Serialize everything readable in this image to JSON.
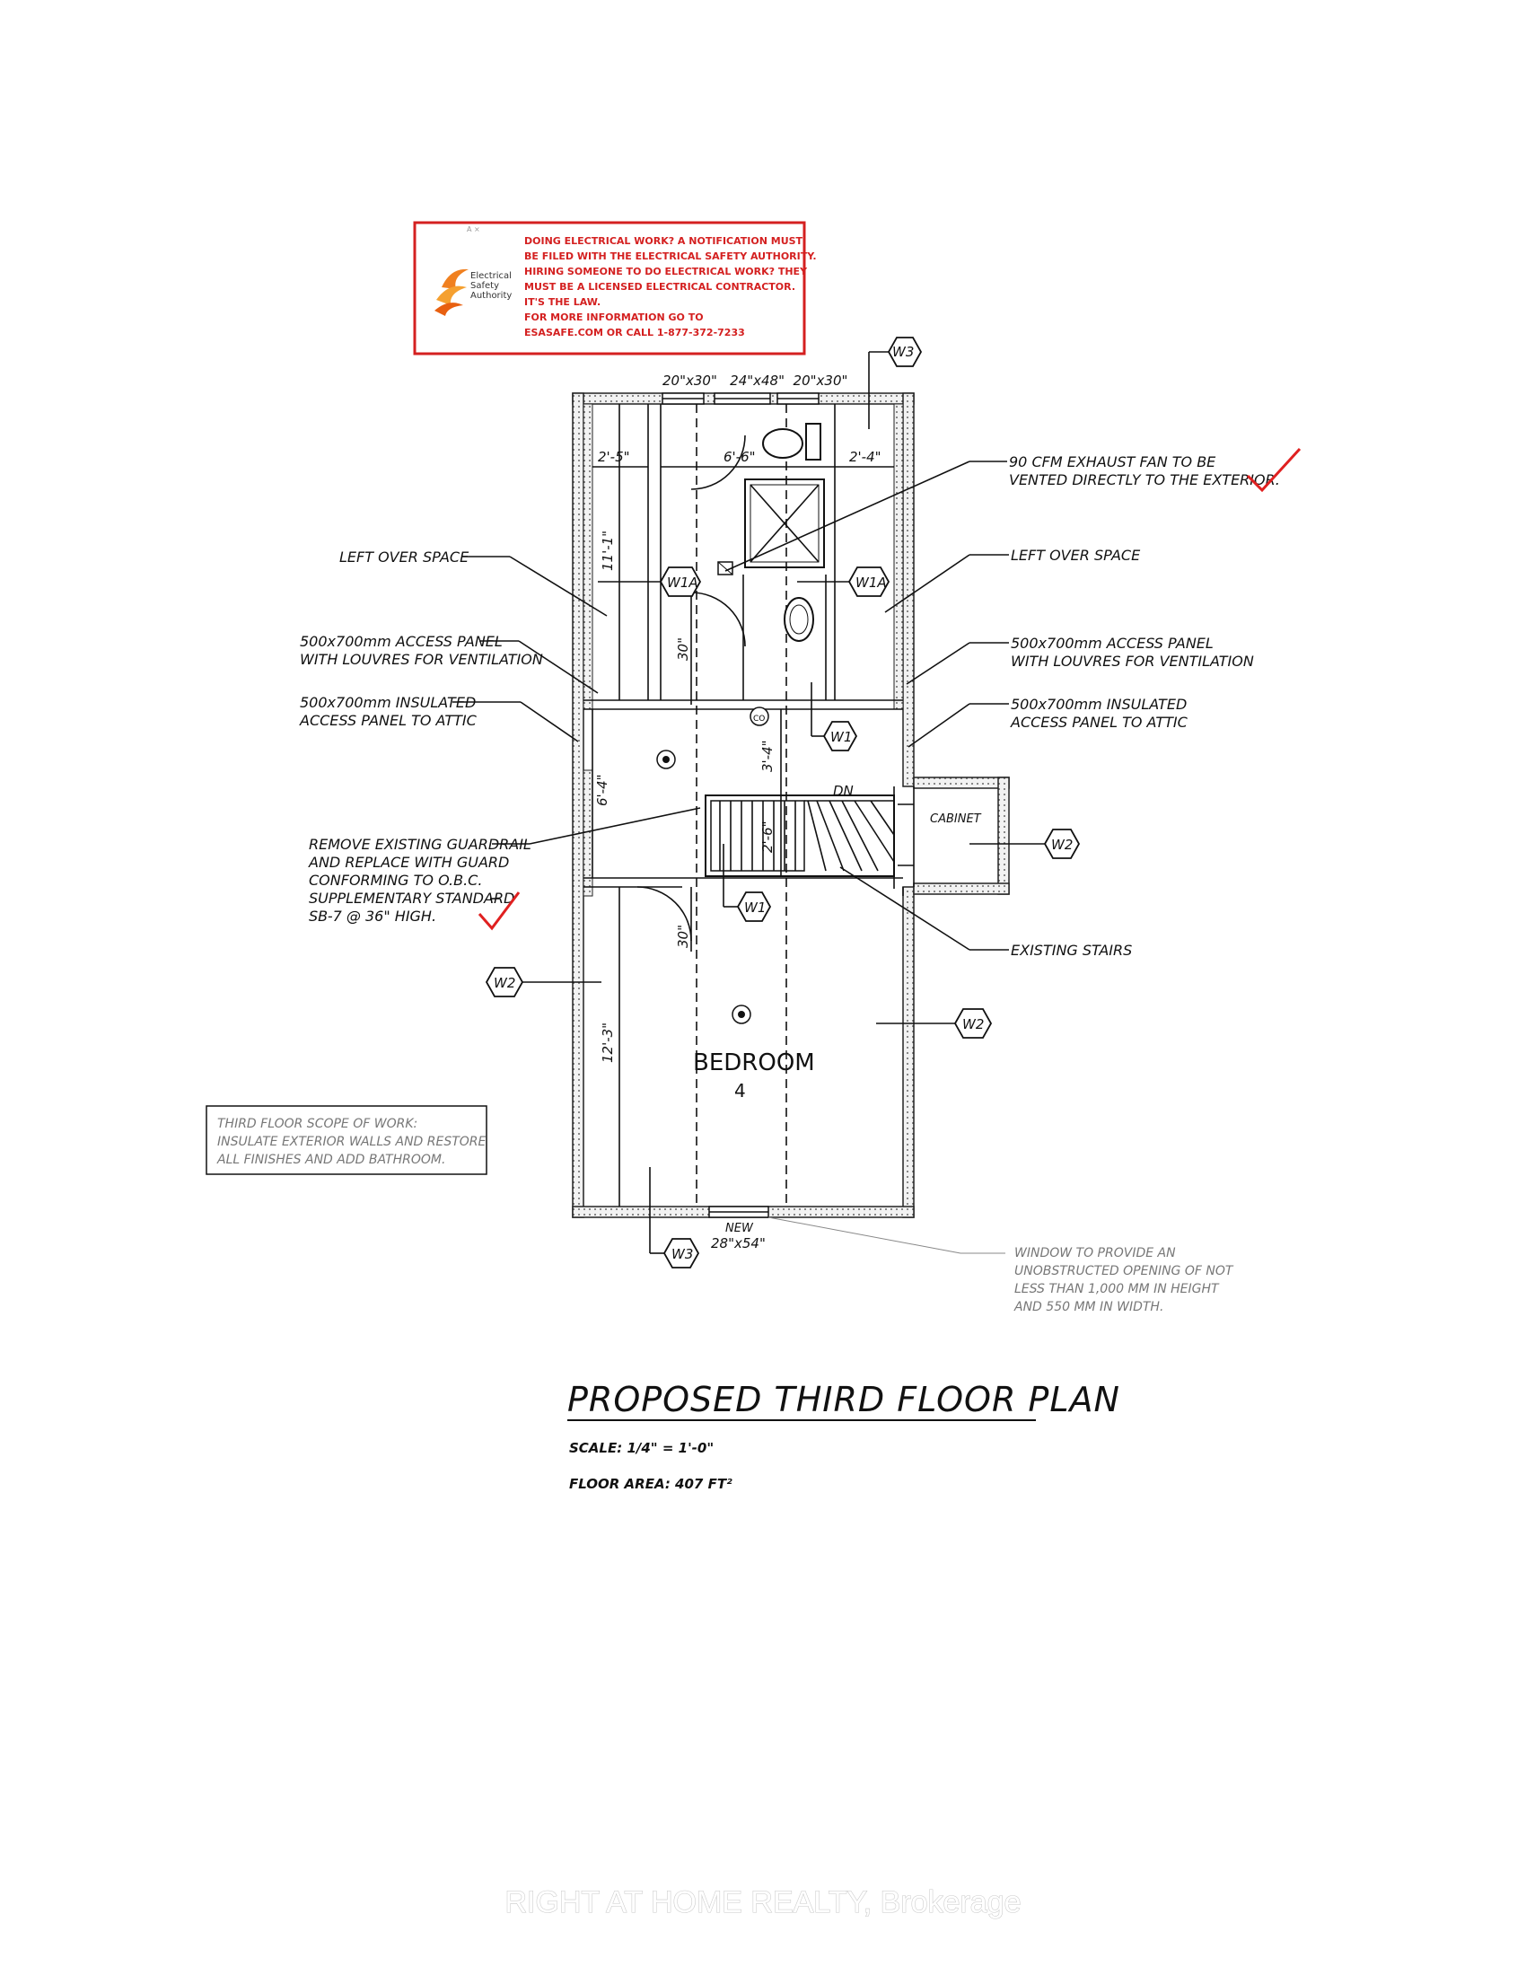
{
  "esa_notice": {
    "logo_text": [
      "Electrical",
      "Safety",
      "Authority"
    ],
    "lines": [
      "DOING ELECTRICAL WORK? A NOTIFICATION MUST",
      "BE FILED WITH THE ELECTRICAL SAFETY AUTHORITY.",
      "HIRING SOMEONE TO DO ELECTRICAL WORK? THEY",
      "MUST BE A LICENSED ELECTRICAL CONTRACTOR.",
      "IT'S THE LAW.",
      "FOR MORE INFORMATION GO TO",
      "ESASAFE.COM OR CALL 1-877-372-7233"
    ]
  },
  "window_sizes_top": "20\"x30\"   24\"x48\"  20\"x30\"",
  "window_new_bottom": {
    "line1": "NEW",
    "line2": "28\"x54\""
  },
  "dimensions": {
    "d_2_5": "2'-5\"",
    "d_6_6": "6'-6\"",
    "d_2_4": "2'-4\"",
    "d_11_1": "11'-1\"",
    "d_30_a": "30\"",
    "d_3_4": "3'-4\"",
    "d_6_4": "6'-4\"",
    "d_2_6": "2'-6\"",
    "d_30_b": "30\"",
    "d_12_3": "12'-3\""
  },
  "labels": {
    "dn": "DN",
    "cabinet": "CABINET",
    "bedroom": "BEDROOM",
    "bedroom_num": "4"
  },
  "tags": {
    "w3_top": "W3",
    "w1a_left": "W1A",
    "w1a_right": "W1A",
    "w1_a": "W1",
    "w1_b": "W1",
    "w2_right_cab": "W2",
    "w2_left": "W2",
    "w2_right": "W2",
    "w3_bottom": "W3"
  },
  "notes_left": {
    "left_over_space": "LEFT OVER SPACE",
    "access_panel_1": "500x700mm ACCESS PANEL",
    "access_panel_2": "WITH LOUVRES FOR VENTILATION",
    "insulated_1": "500x700mm INSULATED",
    "insulated_2": "ACCESS PANEL TO ATTIC",
    "guard_1": "REMOVE EXISTING GUARDRAIL",
    "guard_2": "AND REPLACE WITH GUARD",
    "guard_3": "CONFORMING TO O.B.C.",
    "guard_4": "SUPPLEMENTARY STANDARD",
    "guard_5": "SB-7 @ 36\" HIGH."
  },
  "notes_right": {
    "fan_1": "90 CFM EXHAUST FAN TO BE",
    "fan_2": "VENTED DIRECTLY TO THE EXTERIOR.",
    "left_over_space": "LEFT OVER SPACE",
    "access_panel_1": "500x700mm ACCESS PANEL",
    "access_panel_2": "WITH LOUVRES FOR VENTILATION",
    "insulated_1": "500x700mm INSULATED",
    "insulated_2": "ACCESS PANEL TO ATTIC",
    "existing_stairs": "EXISTING STAIRS"
  },
  "scope_box": {
    "line1": "THIRD FLOOR SCOPE OF WORK:",
    "line2": "INSULATE EXTERIOR WALLS AND RESTORE",
    "line3": "ALL FINISHES AND ADD BATHROOM."
  },
  "window_note": {
    "line1": "WINDOW TO PROVIDE AN",
    "line2": "UNOBSTRUCTED OPENING OF NOT",
    "line3": "LESS THAN 1,000 MM IN HEIGHT",
    "line4": "AND 550 MM IN WIDTH."
  },
  "title_block": {
    "title": "PROPOSED THIRD FLOOR PLAN",
    "scale": "SCALE: 1/4\" = 1'-0\"",
    "floor_area": "FLOOR AREA: 407 FT²"
  },
  "watermark": "RIGHT AT HOME REALTY, Brokerage",
  "colors": {
    "esa_red": "#d42020",
    "check_red": "#e02020",
    "line": "#111111"
  }
}
